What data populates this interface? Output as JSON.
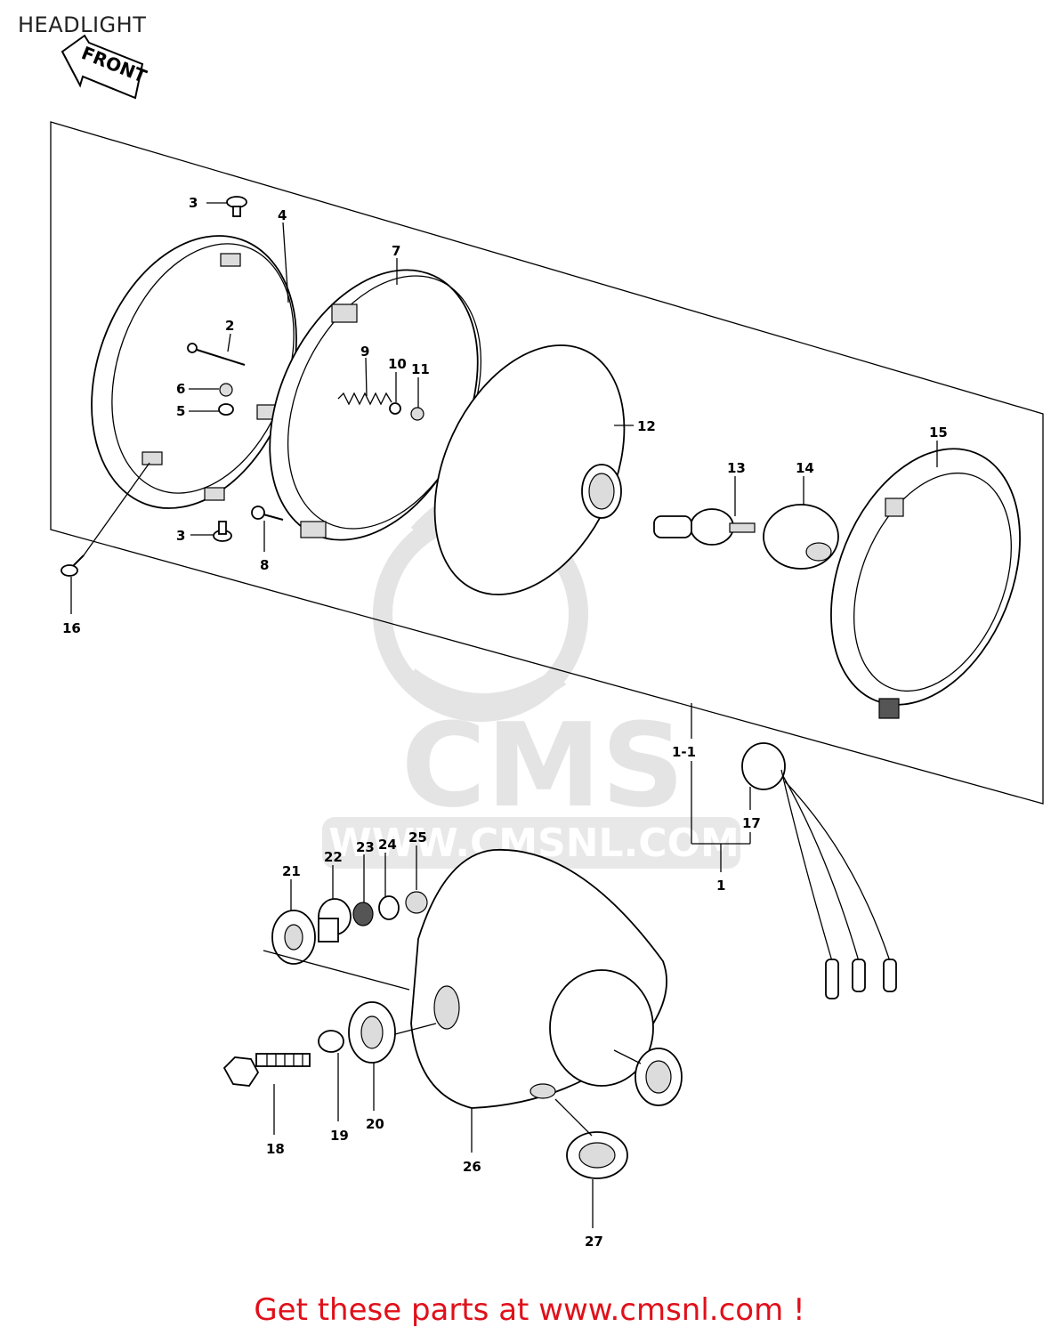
{
  "title": "HEADLIGHT",
  "front_label": "FRONT",
  "watermark": {
    "brand": "CMS",
    "url": "WWW.CMSNL.COM"
  },
  "footer": "Get these parts at www.cmsnl.com !",
  "callouts": [
    "1",
    "1-1",
    "2",
    "3",
    "3",
    "4",
    "5",
    "6",
    "7",
    "8",
    "9",
    "10",
    "11",
    "12",
    "13",
    "14",
    "15",
    "16",
    "17",
    "18",
    "19",
    "20",
    "21",
    "22",
    "23",
    "24",
    "25",
    "26",
    "27"
  ],
  "colors": {
    "footer_text": "#e0101a",
    "watermark": "#e4e4e4"
  }
}
